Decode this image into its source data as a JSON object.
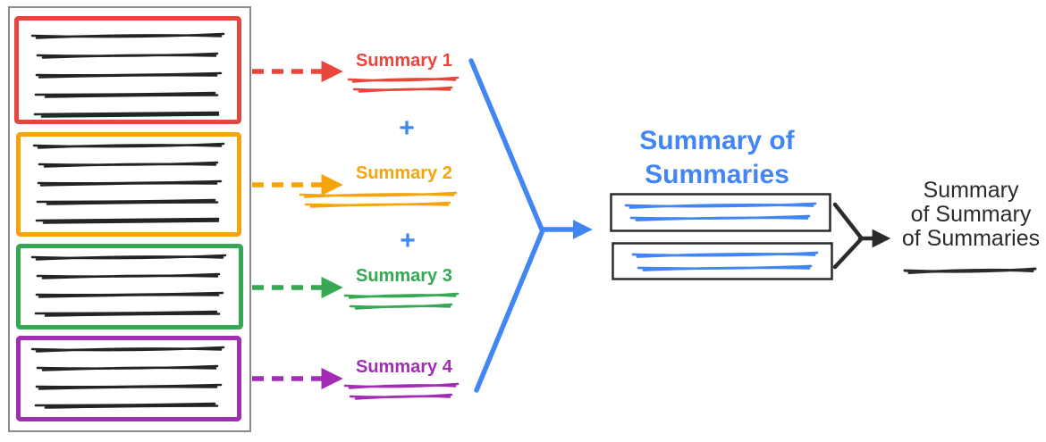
{
  "colors": {
    "red": "#e8453c",
    "orange": "#f5a50b",
    "green": "#34a853",
    "purple": "#a22db5",
    "blue": "#4285f4",
    "ink": "#2b2b2b",
    "panel_border": "#8a8a8a",
    "doc_text": "#242424"
  },
  "document_panel": {
    "sections": [
      {
        "label": "Summary 1",
        "color_name": "red",
        "text_lines": 5
      },
      {
        "label": "Summary 2",
        "color_name": "orange",
        "text_lines": 5
      },
      {
        "label": "Summary 3",
        "color_name": "green",
        "text_lines": 4
      },
      {
        "label": "Summary 4",
        "color_name": "purple",
        "text_lines": 4
      }
    ]
  },
  "operators": {
    "plus": "+"
  },
  "merge_title": {
    "line1": "Summary of",
    "line2": "Summaries",
    "boxes": 2
  },
  "final_title": {
    "line1": "Summary",
    "line2": "of Summary",
    "line3": "of Summaries"
  }
}
